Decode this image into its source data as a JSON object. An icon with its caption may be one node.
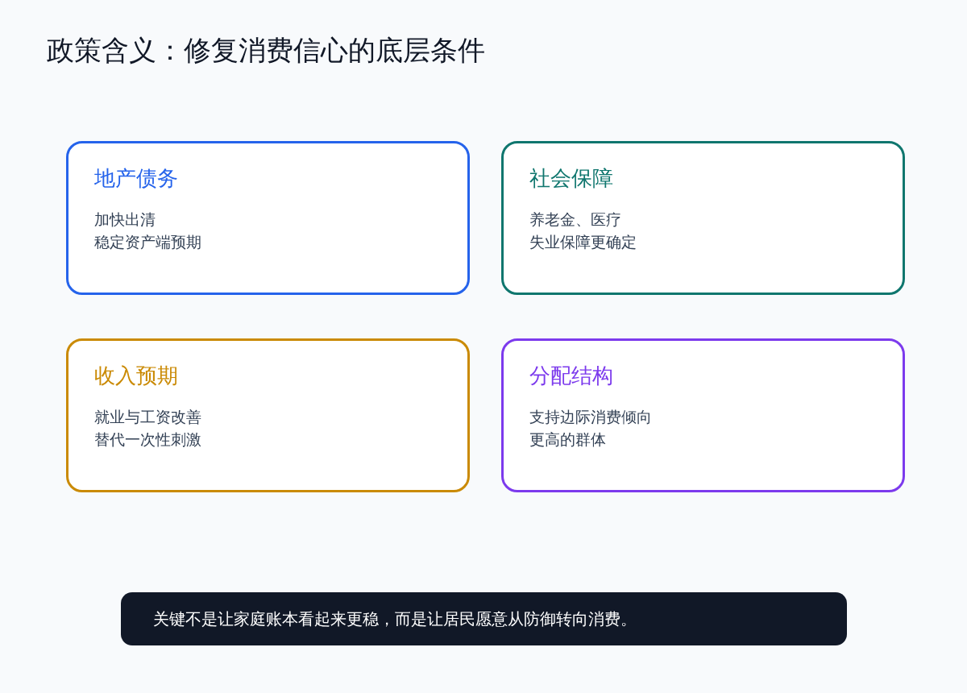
{
  "diagram": {
    "title": "政策含义：修复消费信心的底层条件",
    "nodes": [
      {
        "text": [
          "地产债务",
          "加快出清",
          "稳定资产端预期"
        ]
      },
      {
        "text": [
          "社会保障",
          "养老金、医疗",
          "失业保障更确定"
        ]
      },
      {
        "text": [
          "收入预期",
          "就业与工资改善",
          "替代一次性刺激"
        ]
      },
      {
        "text": [
          "分配结构",
          "支持边际消费倾向",
          "更高的群体"
        ]
      },
      {
        "text": [
          "关键不是让家庭账本看起来更稳，而是让居民愿意从防御转向消费。"
        ]
      }
    ]
  }
}
